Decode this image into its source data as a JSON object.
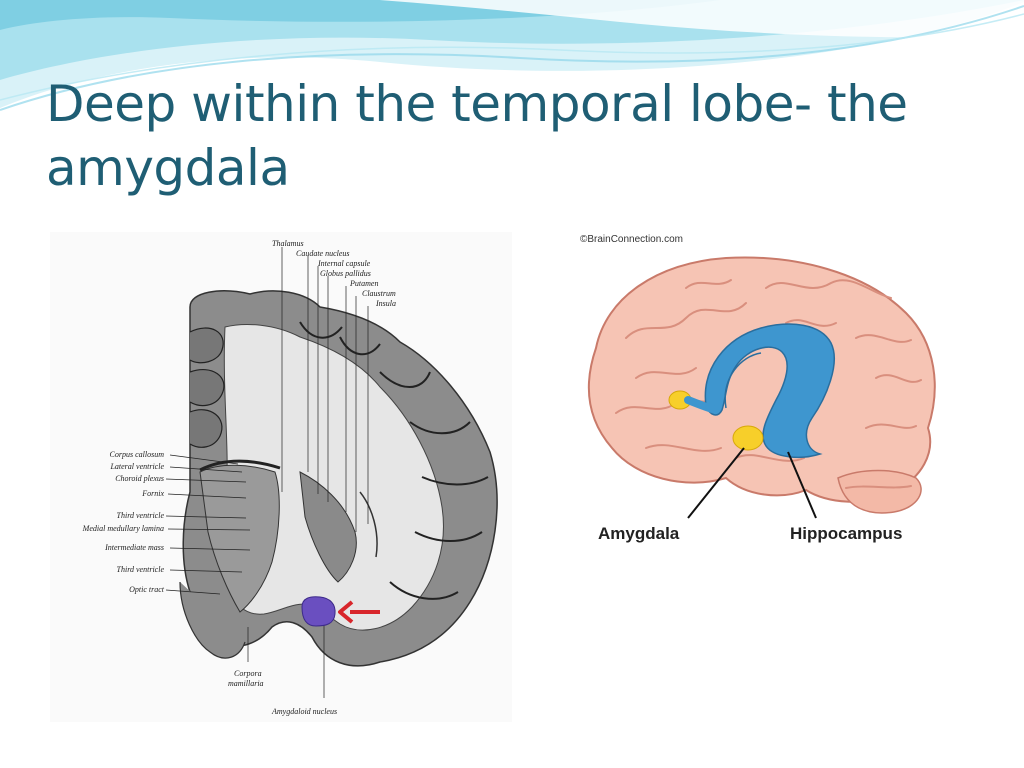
{
  "slide": {
    "title": "Deep within the temporal lobe- the amygdala"
  },
  "left_figure": {
    "top_labels": [
      "Thalamus",
      "Caudate nucleus",
      "Internal capsule",
      "Globus pallidus",
      "Putamen",
      "Claustrum",
      "Insula"
    ],
    "left_labels": [
      "Corpus callosum",
      "Lateral ventricle",
      "Choroid plexus",
      "Fornix",
      "Third ventricle",
      "Medial medullary lamina",
      "Intermediate mass",
      "Third ventricle",
      "Optic tract"
    ],
    "bottom_labels": [
      "Corpora",
      "mamillaria",
      "Amygdaloid nucleus"
    ]
  },
  "right_figure": {
    "copyright": "©BrainConnection.com",
    "amygdala_label": "Amygdala",
    "hippocampus_label": "Hippocampus"
  },
  "colors": {
    "title": "#1f5e74",
    "wave_light": "#cdeef6",
    "wave_mid": "#8ed6ea",
    "amygdala_marker": "#6a4fc0",
    "arrow": "#d8262b",
    "brain_pink": "#f6c4b4",
    "hippocampus_blue": "#3e96cf",
    "amygdala_yellow": "#f7cf2a"
  }
}
